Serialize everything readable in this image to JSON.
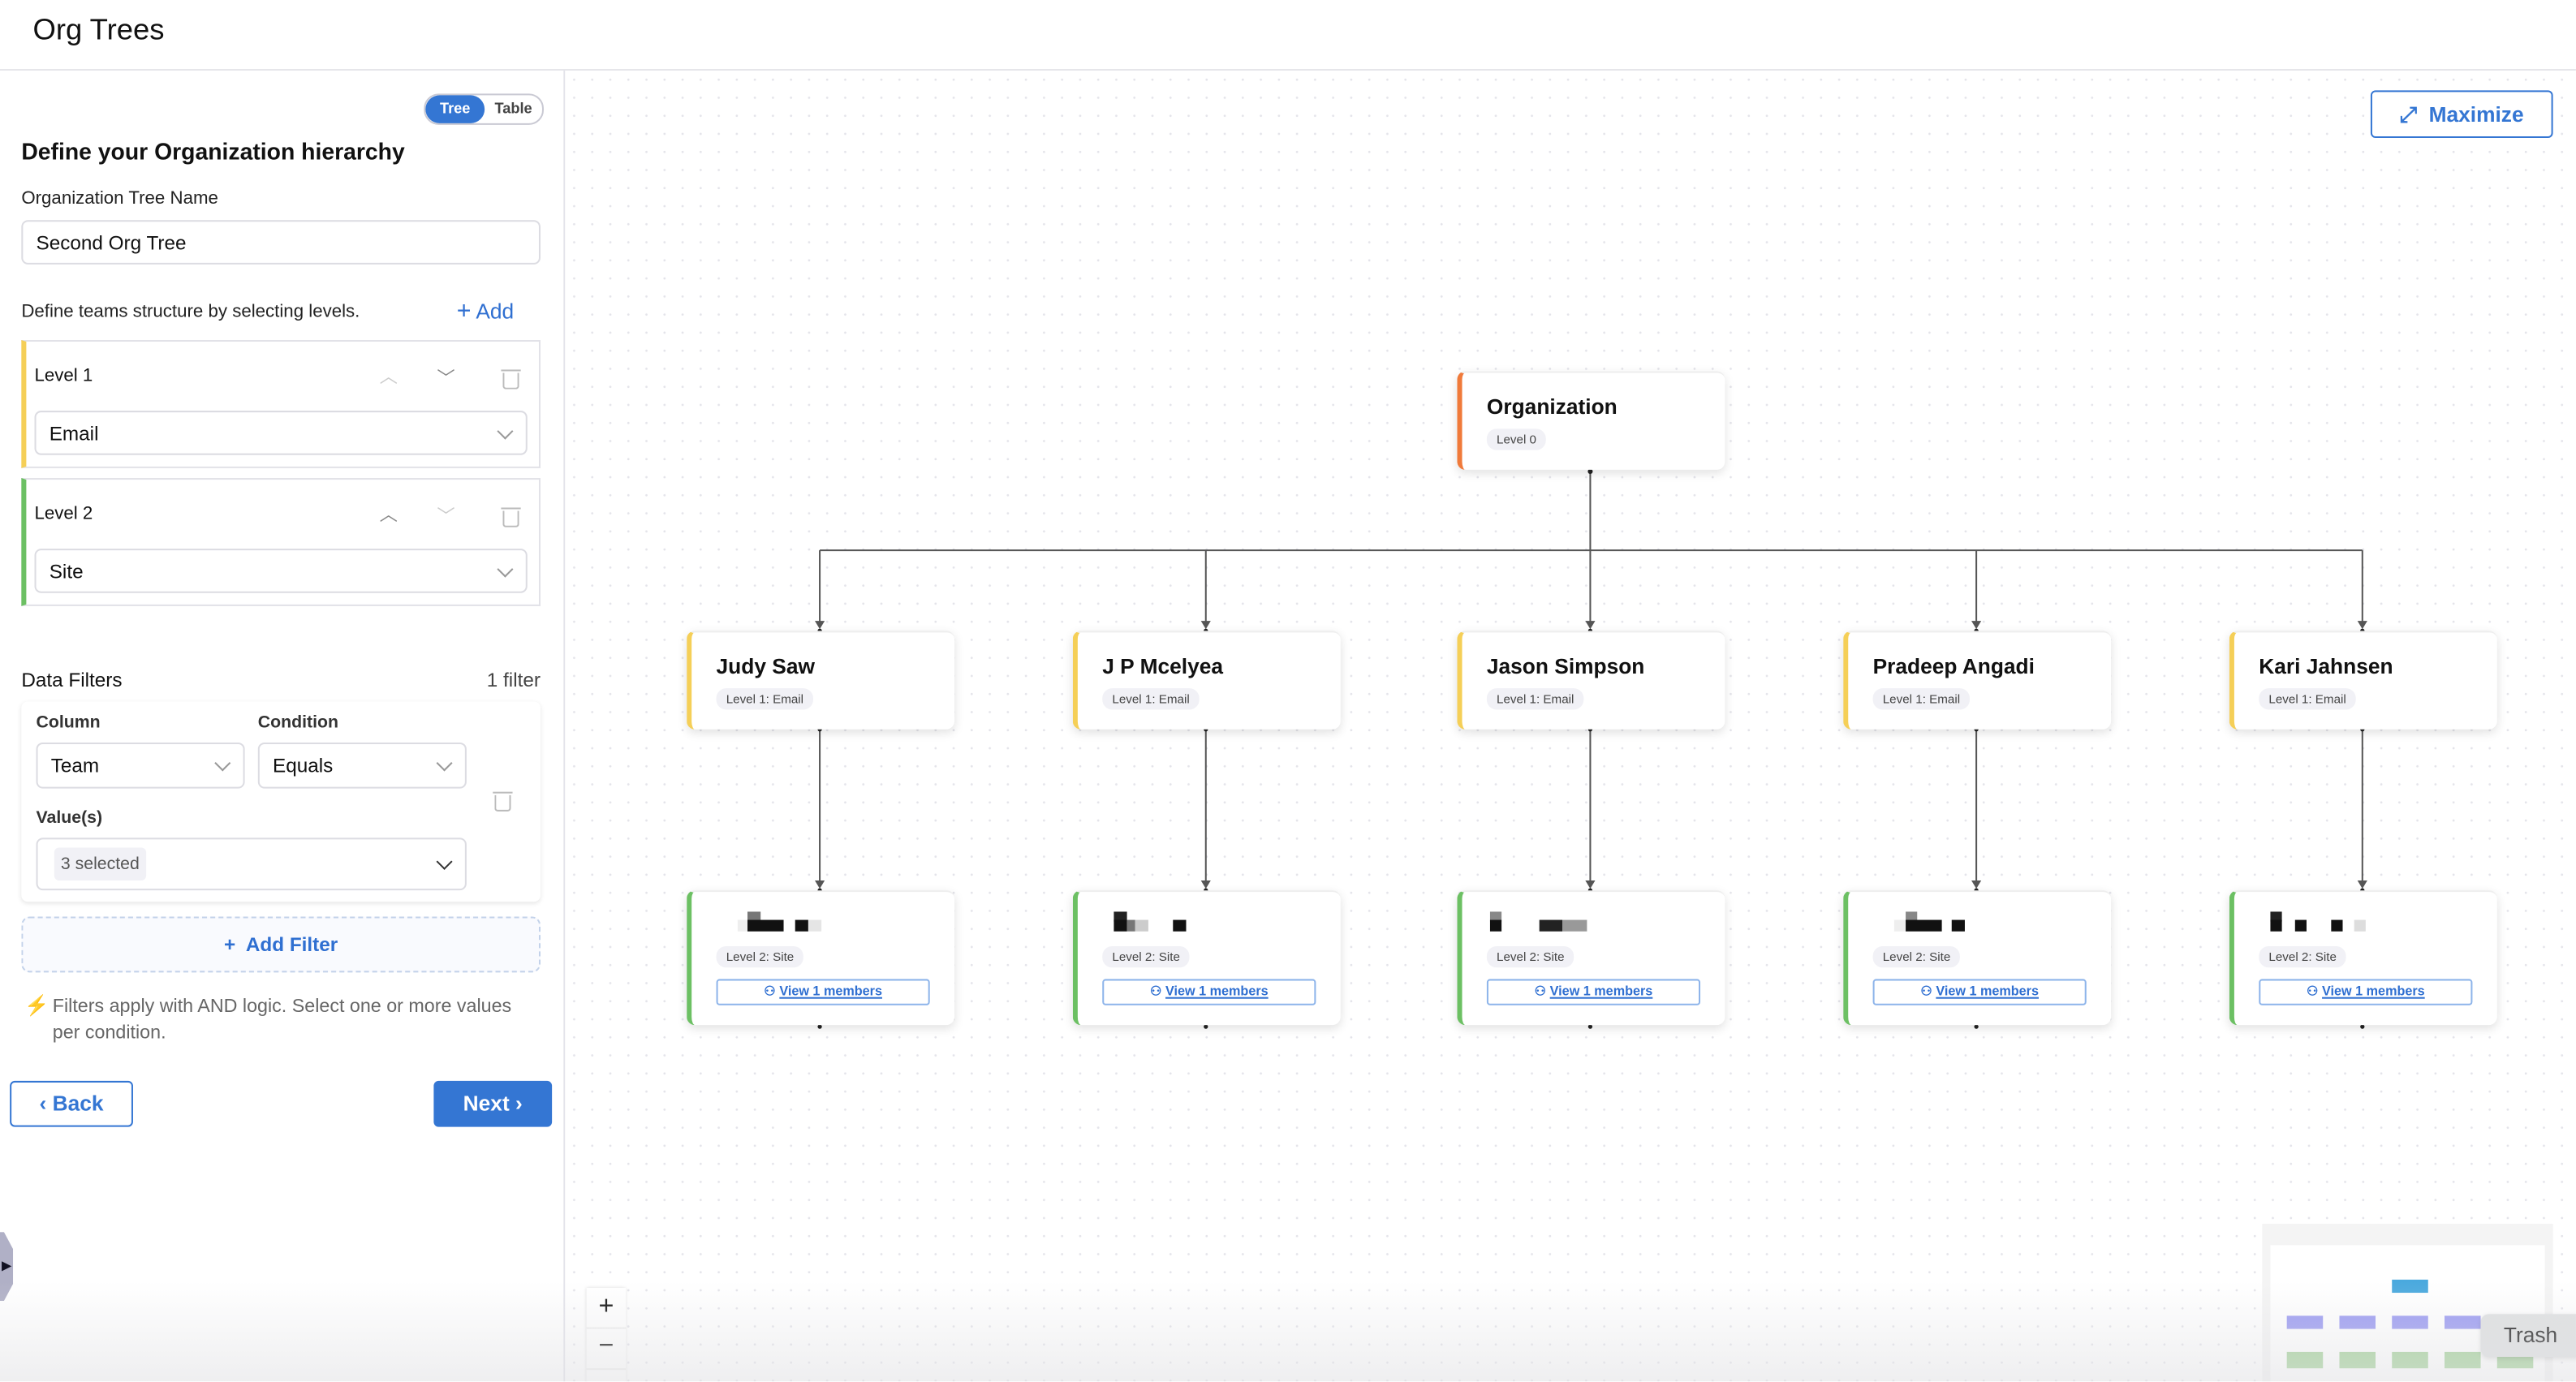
{
  "header": {
    "title": "Org Trees"
  },
  "view_toggle": {
    "options": [
      "Tree",
      "Table"
    ],
    "selected": "Tree"
  },
  "form": {
    "heading": "Define your Organization hierarchy",
    "tree_name_label": "Organization Tree Name",
    "tree_name_value": "Second Org Tree",
    "levels_hint": "Define teams structure by selecting levels.",
    "add_label": "Add",
    "levels": [
      {
        "label": "Level 1",
        "value": "Email",
        "color": "#f5cf57"
      },
      {
        "label": "Level 2",
        "value": "Site",
        "color": "#6cc063"
      }
    ]
  },
  "filters": {
    "title": "Data Filters",
    "count": "1 filter",
    "column_label": "Column",
    "column_value": "Team",
    "condition_label": "Condition",
    "condition_value": "Equals",
    "values_label": "Value(s)",
    "values_chip": "3 selected",
    "add_filter": "Add Filter",
    "note": "Filters apply with AND logic. Select one or more values per condition."
  },
  "nav": {
    "back": "Back",
    "next": "Next"
  },
  "canvas": {
    "maximize": "Maximize",
    "root": {
      "name": "Organization",
      "badge": "Level 0",
      "color": "#f07a3a"
    },
    "level1": [
      {
        "name": "Judy Saw",
        "badge": "Level 1: Email"
      },
      {
        "name": "J P Mcelyea",
        "badge": "Level 1: Email"
      },
      {
        "name": "Jason Simpson",
        "badge": "Level 1: Email"
      },
      {
        "name": "Pradeep Angadi",
        "badge": "Level 1: Email"
      },
      {
        "name": "Kari Jahnsen",
        "badge": "Level 1: Email"
      }
    ],
    "level2": [
      {
        "badge": "Level 2: Site",
        "members": "View 1 members"
      },
      {
        "badge": "Level 2: Site",
        "members": "View 1 members"
      },
      {
        "badge": "Level 2: Site",
        "members": "View 1 members"
      },
      {
        "badge": "Level 2: Site",
        "members": "View 1 members"
      },
      {
        "badge": "Level 2: Site",
        "members": "View 1 members"
      }
    ],
    "zoom_in": "+",
    "zoom_out": "−",
    "tooltip": "Trash"
  },
  "colors": {
    "accent": "#3476d3",
    "level1": "#f5cf57",
    "level2": "#6cc063",
    "root": "#f07a3a",
    "minimap_root": "#4aa9de",
    "minimap_l1": "#9c9cf2",
    "minimap_l2": "#a6d39c"
  }
}
